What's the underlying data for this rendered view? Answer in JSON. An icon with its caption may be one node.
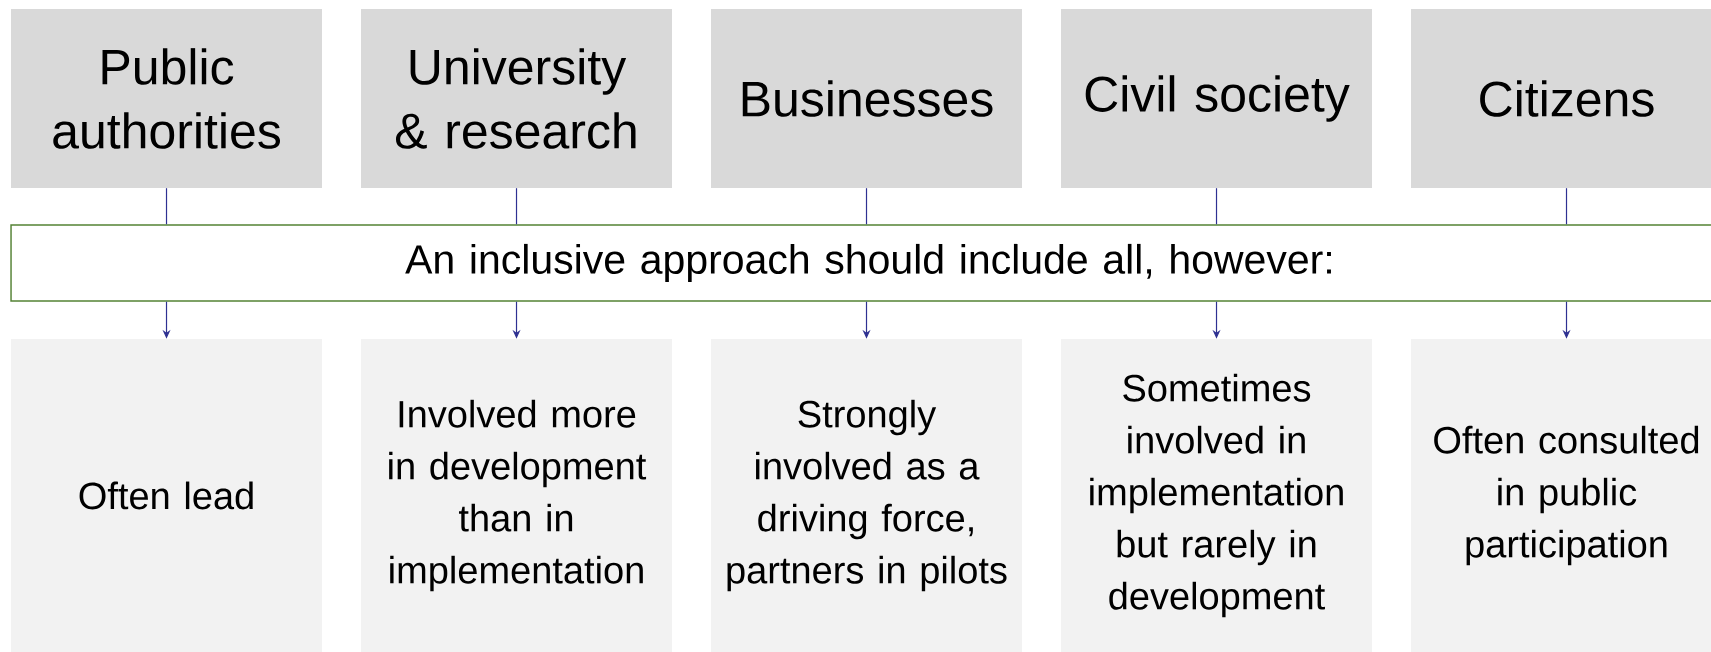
{
  "diagram": {
    "nodes": [
      {
        "text": [
          "Public authorities"
        ]
      },
      {
        "text": [
          "University & research"
        ]
      },
      {
        "text": [
          "Businesses"
        ]
      },
      {
        "text": [
          "Civil society"
        ]
      },
      {
        "text": [
          "Citizens"
        ]
      },
      {
        "text": [
          "An inclusive approach should include all, however:"
        ]
      },
      {
        "text": [
          "Often lead"
        ]
      },
      {
        "text": [
          "Involved more in development than in implementation"
        ]
      },
      {
        "text": [
          "Strongly involved as a driving force, partners in pilots"
        ]
      },
      {
        "text": [
          "Sometimes involved in implementation but rarely in development"
        ]
      },
      {
        "text": [
          "Often consulted in public participation"
        ]
      }
    ],
    "edges": [
      {
        "from": 0,
        "to": 5,
        "arrow": "none"
      },
      {
        "from": 1,
        "to": 5,
        "arrow": "none"
      },
      {
        "from": 2,
        "to": 5,
        "arrow": "none"
      },
      {
        "from": 3,
        "to": 5,
        "arrow": "none"
      },
      {
        "from": 4,
        "to": 5,
        "arrow": "none"
      },
      {
        "from": 5,
        "to": 6,
        "arrow": "to"
      },
      {
        "from": 5,
        "to": 7,
        "arrow": "to"
      },
      {
        "from": 5,
        "to": 8,
        "arrow": "to"
      },
      {
        "from": 5,
        "to": 9,
        "arrow": "to"
      },
      {
        "from": 5,
        "to": 10,
        "arrow": "to"
      }
    ]
  }
}
